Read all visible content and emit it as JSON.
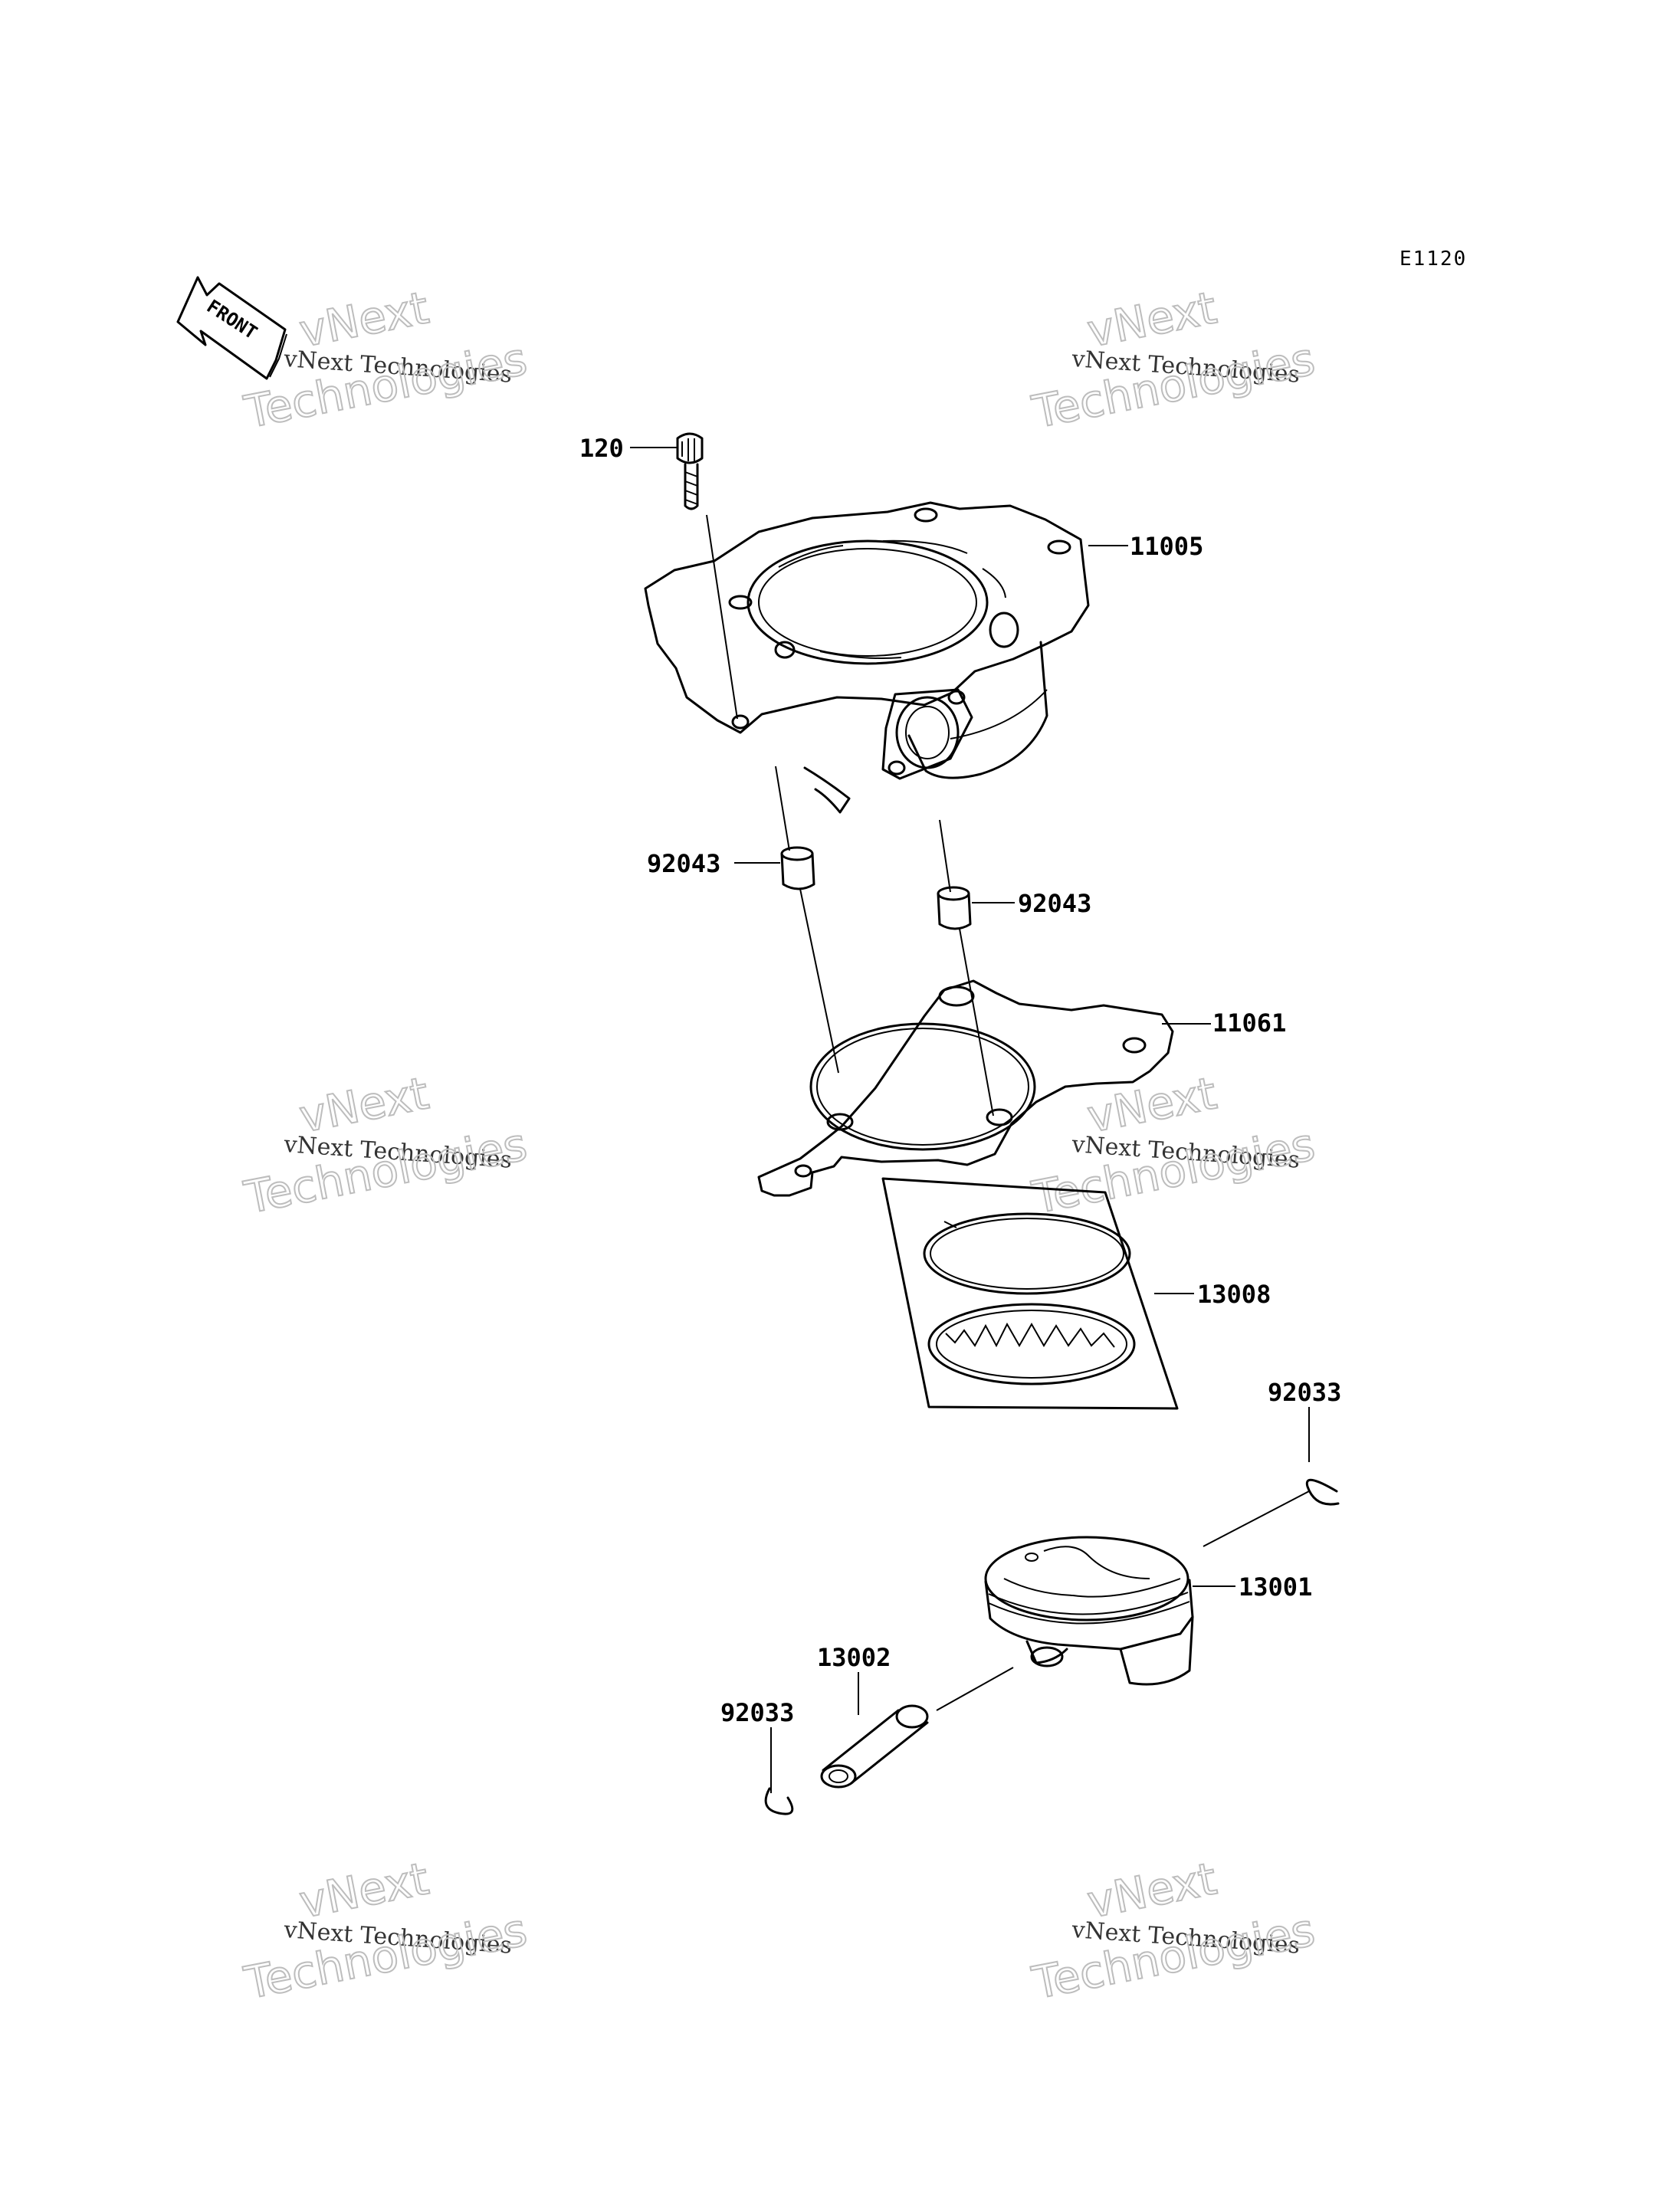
{
  "diagram_code": "E1120",
  "front_label": "FRONT",
  "watermark": {
    "line": "vNext Technologies",
    "big_top": "vNext",
    "big_bottom": "Technologies"
  },
  "parts": [
    {
      "id": "p-120",
      "label": "120"
    },
    {
      "id": "p-11005",
      "label": "11005"
    },
    {
      "id": "p-92043-left",
      "label": "92043"
    },
    {
      "id": "p-92043-right",
      "label": "92043"
    },
    {
      "id": "p-11061",
      "label": "11061"
    },
    {
      "id": "p-13008",
      "label": "13008"
    },
    {
      "id": "p-92033-right",
      "label": "92033"
    },
    {
      "id": "p-13001",
      "label": "13001"
    },
    {
      "id": "p-13002",
      "label": "13002"
    },
    {
      "id": "p-92033-left",
      "label": "92033"
    }
  ],
  "colors": {
    "ink": "#000000",
    "watermark_outline": "#bdbdbd",
    "watermark_text": "#333333",
    "background": "#ffffff"
  }
}
